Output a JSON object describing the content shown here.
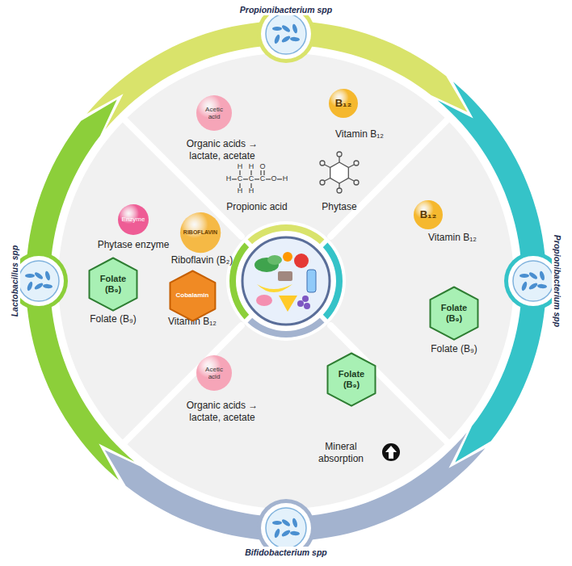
{
  "diagram": {
    "nodes": [
      {
        "text": [
          "Propionibacterium spp"
        ]
      },
      {
        "text": [
          "Acetic acid"
        ]
      },
      {
        "text": [
          "B₁₂"
        ]
      },
      {
        "text": [
          "Propionibacterium spp"
        ]
      },
      {
        "text": [
          "B₁₂"
        ]
      },
      {
        "text": [
          "Folate (B₉)"
        ]
      },
      {
        "text": [
          "Bifidobacterium spp"
        ]
      },
      {
        "text": [
          "Folate (B₉)"
        ]
      },
      {
        "text": [
          "Acetic acid"
        ]
      },
      {
        "text": [
          "Lactobacillus spp"
        ]
      },
      {
        "text": [
          "Enzyme"
        ]
      },
      {
        "text": [
          "RIBOFLAVIN"
        ]
      },
      {
        "text": [
          "Folate (B₉)"
        ]
      },
      {
        "text": [
          "Cobalamin"
        ]
      }
    ],
    "labels": [
      "Organic acids → lactate, acetate",
      "Vitamin B₁₂",
      "H",
      "H",
      "O",
      "H",
      "C",
      "C",
      "C",
      "O",
      "H",
      "H",
      "H",
      "Propionic acid",
      "Phytase",
      "Vitamin B₁₂",
      "Folate (B₉)",
      "Organic acids → lactate, acetate",
      "Mineral absorption",
      "Phytase enzyme",
      "Riboflavin (B₂)",
      "Folate (B₉)",
      "Vitamin B₁₂"
    ]
  }
}
